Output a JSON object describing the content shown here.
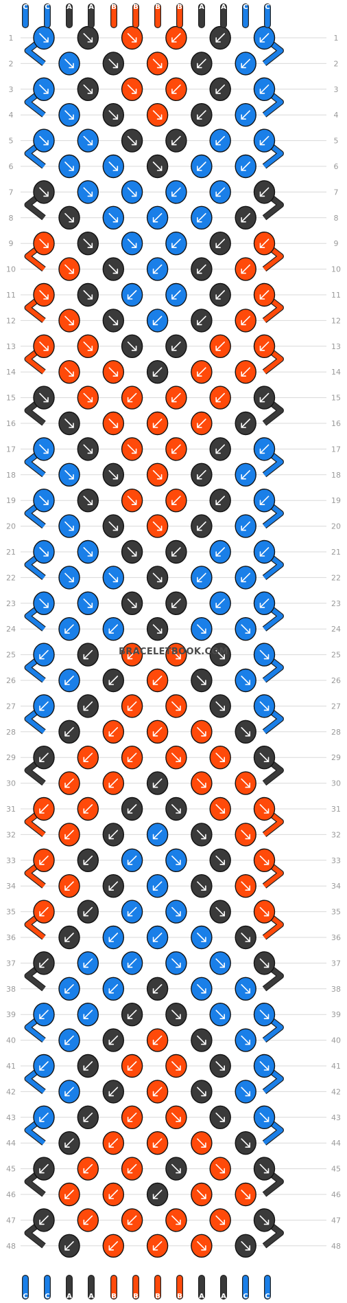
{
  "watermark": "BRACELETBOOK.COM",
  "colors": {
    "A": "#3a3a3a",
    "B": "#ff4a0a",
    "C": "#1a7fe8",
    "grid_line": "#d8d8d8",
    "row_number": "#9a9a9a"
  },
  "strands_top": [
    "C",
    "C",
    "A",
    "A",
    "B",
    "B",
    "B",
    "B",
    "A",
    "A",
    "C",
    "C"
  ],
  "strands_bottom": [
    "C",
    "C",
    "A",
    "A",
    "B",
    "B",
    "B",
    "B",
    "A",
    "A",
    "C",
    "C"
  ],
  "row_count": 48,
  "row_numbers": [
    "1",
    "2",
    "3",
    "4",
    "5",
    "6",
    "7",
    "8",
    "9",
    "10",
    "11",
    "12",
    "13",
    "14",
    "15",
    "16",
    "17",
    "18",
    "19",
    "20",
    "21",
    "22",
    "23",
    "24",
    "25",
    "26",
    "27",
    "28",
    "29",
    "30",
    "31",
    "32",
    "33",
    "34",
    "35",
    "36",
    "37",
    "38",
    "39",
    "40",
    "41",
    "42",
    "43",
    "44",
    "45",
    "46",
    "47",
    "48"
  ],
  "knot_rows": [
    {
      "row": 1,
      "knots": [
        {
          "c": "C",
          "d": "SE"
        },
        {
          "c": "A",
          "d": "SE"
        },
        {
          "c": "B",
          "d": "SE"
        },
        {
          "c": "B",
          "d": "SW"
        },
        {
          "c": "A",
          "d": "SW"
        },
        {
          "c": "C",
          "d": "SW"
        }
      ]
    },
    {
      "row": 2,
      "knots": [
        {
          "c": "C",
          "d": "SE"
        },
        {
          "c": "A",
          "d": "SE"
        },
        {
          "c": "B",
          "d": "SE"
        },
        {
          "c": "A",
          "d": "SW"
        },
        {
          "c": "C",
          "d": "SW"
        }
      ]
    },
    {
      "row": 3,
      "knots": [
        {
          "c": "C",
          "d": "SE"
        },
        {
          "c": "A",
          "d": "SE"
        },
        {
          "c": "B",
          "d": "SE"
        },
        {
          "c": "B",
          "d": "SW"
        },
        {
          "c": "A",
          "d": "SW"
        },
        {
          "c": "C",
          "d": "SW"
        }
      ]
    },
    {
      "row": 4,
      "knots": [
        {
          "c": "C",
          "d": "SE"
        },
        {
          "c": "A",
          "d": "SE"
        },
        {
          "c": "B",
          "d": "SE"
        },
        {
          "c": "A",
          "d": "SW"
        },
        {
          "c": "C",
          "d": "SW"
        }
      ]
    },
    {
      "row": 5,
      "knots": [
        {
          "c": "C",
          "d": "SE"
        },
        {
          "c": "C",
          "d": "SE"
        },
        {
          "c": "A",
          "d": "SE"
        },
        {
          "c": "A",
          "d": "SW"
        },
        {
          "c": "C",
          "d": "SW"
        },
        {
          "c": "C",
          "d": "SW"
        }
      ]
    },
    {
      "row": 6,
      "knots": [
        {
          "c": "C",
          "d": "SE"
        },
        {
          "c": "C",
          "d": "SE"
        },
        {
          "c": "A",
          "d": "SE"
        },
        {
          "c": "C",
          "d": "SW"
        },
        {
          "c": "C",
          "d": "SW"
        }
      ]
    },
    {
      "row": 7,
      "knots": [
        {
          "c": "A",
          "d": "SE"
        },
        {
          "c": "C",
          "d": "SE"
        },
        {
          "c": "C",
          "d": "SE"
        },
        {
          "c": "C",
          "d": "SW"
        },
        {
          "c": "C",
          "d": "SW"
        },
        {
          "c": "A",
          "d": "SW"
        }
      ]
    },
    {
      "row": 8,
      "knots": [
        {
          "c": "A",
          "d": "SE"
        },
        {
          "c": "C",
          "d": "SE"
        },
        {
          "c": "C",
          "d": "SW"
        },
        {
          "c": "C",
          "d": "SW"
        },
        {
          "c": "A",
          "d": "SW"
        }
      ]
    },
    {
      "row": 9,
      "knots": [
        {
          "c": "B",
          "d": "SE"
        },
        {
          "c": "A",
          "d": "SE"
        },
        {
          "c": "C",
          "d": "SE"
        },
        {
          "c": "C",
          "d": "SW"
        },
        {
          "c": "A",
          "d": "SW"
        },
        {
          "c": "B",
          "d": "SW"
        }
      ]
    },
    {
      "row": 10,
      "knots": [
        {
          "c": "B",
          "d": "SE"
        },
        {
          "c": "A",
          "d": "SE"
        },
        {
          "c": "C",
          "d": "SW"
        },
        {
          "c": "A",
          "d": "SW"
        },
        {
          "c": "B",
          "d": "SW"
        }
      ]
    },
    {
      "row": 11,
      "knots": [
        {
          "c": "B",
          "d": "SE"
        },
        {
          "c": "A",
          "d": "SE"
        },
        {
          "c": "C",
          "d": "SW"
        },
        {
          "c": "C",
          "d": "SW"
        },
        {
          "c": "A",
          "d": "SW"
        },
        {
          "c": "B",
          "d": "SW"
        }
      ]
    },
    {
      "row": 12,
      "knots": [
        {
          "c": "B",
          "d": "SE"
        },
        {
          "c": "A",
          "d": "SE"
        },
        {
          "c": "C",
          "d": "SW"
        },
        {
          "c": "A",
          "d": "SW"
        },
        {
          "c": "B",
          "d": "SW"
        }
      ]
    },
    {
      "row": 13,
      "knots": [
        {
          "c": "B",
          "d": "SE"
        },
        {
          "c": "B",
          "d": "SE"
        },
        {
          "c": "A",
          "d": "SE"
        },
        {
          "c": "A",
          "d": "SW"
        },
        {
          "c": "B",
          "d": "SW"
        },
        {
          "c": "B",
          "d": "SW"
        }
      ]
    },
    {
      "row": 14,
      "knots": [
        {
          "c": "B",
          "d": "SE"
        },
        {
          "c": "B",
          "d": "SE"
        },
        {
          "c": "A",
          "d": "SW"
        },
        {
          "c": "B",
          "d": "SW"
        },
        {
          "c": "B",
          "d": "SW"
        }
      ]
    },
    {
      "row": 15,
      "knots": [
        {
          "c": "A",
          "d": "SE"
        },
        {
          "c": "B",
          "d": "SE"
        },
        {
          "c": "B",
          "d": "SW"
        },
        {
          "c": "B",
          "d": "SW"
        },
        {
          "c": "B",
          "d": "SW"
        },
        {
          "c": "A",
          "d": "SW"
        }
      ]
    },
    {
      "row": 16,
      "knots": [
        {
          "c": "A",
          "d": "SE"
        },
        {
          "c": "B",
          "d": "SE"
        },
        {
          "c": "B",
          "d": "SW"
        },
        {
          "c": "B",
          "d": "SW"
        },
        {
          "c": "A",
          "d": "SW"
        }
      ]
    },
    {
      "row": 17,
      "knots": [
        {
          "c": "C",
          "d": "SE"
        },
        {
          "c": "A",
          "d": "SE"
        },
        {
          "c": "B",
          "d": "SE"
        },
        {
          "c": "B",
          "d": "SW"
        },
        {
          "c": "A",
          "d": "SW"
        },
        {
          "c": "C",
          "d": "SW"
        }
      ]
    },
    {
      "row": 18,
      "knots": [
        {
          "c": "C",
          "d": "SE"
        },
        {
          "c": "A",
          "d": "SE"
        },
        {
          "c": "B",
          "d": "SE"
        },
        {
          "c": "A",
          "d": "SW"
        },
        {
          "c": "C",
          "d": "SW"
        }
      ]
    },
    {
      "row": 19,
      "knots": [
        {
          "c": "C",
          "d": "SE"
        },
        {
          "c": "A",
          "d": "SE"
        },
        {
          "c": "B",
          "d": "SE"
        },
        {
          "c": "B",
          "d": "SW"
        },
        {
          "c": "A",
          "d": "SW"
        },
        {
          "c": "C",
          "d": "SW"
        }
      ]
    },
    {
      "row": 20,
      "knots": [
        {
          "c": "C",
          "d": "SE"
        },
        {
          "c": "A",
          "d": "SE"
        },
        {
          "c": "B",
          "d": "SE"
        },
        {
          "c": "A",
          "d": "SW"
        },
        {
          "c": "C",
          "d": "SW"
        }
      ]
    },
    {
      "row": 21,
      "knots": [
        {
          "c": "C",
          "d": "SE"
        },
        {
          "c": "C",
          "d": "SE"
        },
        {
          "c": "A",
          "d": "SE"
        },
        {
          "c": "A",
          "d": "SW"
        },
        {
          "c": "C",
          "d": "SW"
        },
        {
          "c": "C",
          "d": "SW"
        }
      ]
    },
    {
      "row": 22,
      "knots": [
        {
          "c": "C",
          "d": "SE"
        },
        {
          "c": "C",
          "d": "SE"
        },
        {
          "c": "A",
          "d": "SE"
        },
        {
          "c": "C",
          "d": "SW"
        },
        {
          "c": "C",
          "d": "SW"
        }
      ]
    },
    {
      "row": 23,
      "knots": [
        {
          "c": "C",
          "d": "SE"
        },
        {
          "c": "C",
          "d": "SE"
        },
        {
          "c": "A",
          "d": "SE"
        },
        {
          "c": "A",
          "d": "SW"
        },
        {
          "c": "C",
          "d": "SW"
        },
        {
          "c": "C",
          "d": "SW"
        }
      ]
    },
    {
      "row": 24,
      "knots": [
        {
          "c": "C",
          "d": "SW"
        },
        {
          "c": "C",
          "d": "SW"
        },
        {
          "c": "A",
          "d": "SE"
        },
        {
          "c": "C",
          "d": "SE"
        },
        {
          "c": "C",
          "d": "SE"
        }
      ]
    },
    {
      "row": 25,
      "knots": [
        {
          "c": "C",
          "d": "SW"
        },
        {
          "c": "A",
          "d": "SW"
        },
        {
          "c": "B",
          "d": "SW"
        },
        {
          "c": "B",
          "d": "SE"
        },
        {
          "c": "A",
          "d": "SE"
        },
        {
          "c": "C",
          "d": "SE"
        }
      ]
    },
    {
      "row": 26,
      "knots": [
        {
          "c": "C",
          "d": "SW"
        },
        {
          "c": "A",
          "d": "SW"
        },
        {
          "c": "B",
          "d": "SW"
        },
        {
          "c": "A",
          "d": "SE"
        },
        {
          "c": "C",
          "d": "SE"
        }
      ]
    },
    {
      "row": 27,
      "knots": [
        {
          "c": "C",
          "d": "SW"
        },
        {
          "c": "A",
          "d": "SW"
        },
        {
          "c": "B",
          "d": "SW"
        },
        {
          "c": "B",
          "d": "SE"
        },
        {
          "c": "A",
          "d": "SE"
        },
        {
          "c": "C",
          "d": "SE"
        }
      ]
    },
    {
      "row": 28,
      "knots": [
        {
          "c": "A",
          "d": "SW"
        },
        {
          "c": "B",
          "d": "SW"
        },
        {
          "c": "B",
          "d": "SW"
        },
        {
          "c": "B",
          "d": "SE"
        },
        {
          "c": "A",
          "d": "SE"
        }
      ]
    },
    {
      "row": 29,
      "knots": [
        {
          "c": "A",
          "d": "SW"
        },
        {
          "c": "B",
          "d": "SW"
        },
        {
          "c": "B",
          "d": "SW"
        },
        {
          "c": "B",
          "d": "SE"
        },
        {
          "c": "B",
          "d": "SE"
        },
        {
          "c": "A",
          "d": "SE"
        }
      ]
    },
    {
      "row": 30,
      "knots": [
        {
          "c": "B",
          "d": "SW"
        },
        {
          "c": "B",
          "d": "SW"
        },
        {
          "c": "A",
          "d": "SW"
        },
        {
          "c": "B",
          "d": "SE"
        },
        {
          "c": "B",
          "d": "SE"
        }
      ]
    },
    {
      "row": 31,
      "knots": [
        {
          "c": "B",
          "d": "SW"
        },
        {
          "c": "B",
          "d": "SW"
        },
        {
          "c": "A",
          "d": "SW"
        },
        {
          "c": "A",
          "d": "SE"
        },
        {
          "c": "B",
          "d": "SE"
        },
        {
          "c": "B",
          "d": "SE"
        }
      ]
    },
    {
      "row": 32,
      "knots": [
        {
          "c": "B",
          "d": "SW"
        },
        {
          "c": "A",
          "d": "SW"
        },
        {
          "c": "C",
          "d": "SW"
        },
        {
          "c": "A",
          "d": "SE"
        },
        {
          "c": "B",
          "d": "SE"
        }
      ]
    },
    {
      "row": 33,
      "knots": [
        {
          "c": "B",
          "d": "SW"
        },
        {
          "c": "A",
          "d": "SW"
        },
        {
          "c": "C",
          "d": "SW"
        },
        {
          "c": "C",
          "d": "SE"
        },
        {
          "c": "A",
          "d": "SE"
        },
        {
          "c": "B",
          "d": "SE"
        }
      ]
    },
    {
      "row": 34,
      "knots": [
        {
          "c": "B",
          "d": "SW"
        },
        {
          "c": "A",
          "d": "SW"
        },
        {
          "c": "C",
          "d": "SW"
        },
        {
          "c": "A",
          "d": "SE"
        },
        {
          "c": "B",
          "d": "SE"
        }
      ]
    },
    {
      "row": 35,
      "knots": [
        {
          "c": "B",
          "d": "SW"
        },
        {
          "c": "A",
          "d": "SW"
        },
        {
          "c": "C",
          "d": "SW"
        },
        {
          "c": "C",
          "d": "SE"
        },
        {
          "c": "A",
          "d": "SE"
        },
        {
          "c": "B",
          "d": "SE"
        }
      ]
    },
    {
      "row": 36,
      "knots": [
        {
          "c": "A",
          "d": "SW"
        },
        {
          "c": "C",
          "d": "SW"
        },
        {
          "c": "C",
          "d": "SW"
        },
        {
          "c": "C",
          "d": "SE"
        },
        {
          "c": "A",
          "d": "SE"
        }
      ]
    },
    {
      "row": 37,
      "knots": [
        {
          "c": "A",
          "d": "SW"
        },
        {
          "c": "C",
          "d": "SW"
        },
        {
          "c": "C",
          "d": "SW"
        },
        {
          "c": "C",
          "d": "SE"
        },
        {
          "c": "C",
          "d": "SE"
        },
        {
          "c": "A",
          "d": "SE"
        }
      ]
    },
    {
      "row": 38,
      "knots": [
        {
          "c": "C",
          "d": "SW"
        },
        {
          "c": "C",
          "d": "SW"
        },
        {
          "c": "A",
          "d": "SW"
        },
        {
          "c": "C",
          "d": "SE"
        },
        {
          "c": "C",
          "d": "SE"
        }
      ]
    },
    {
      "row": 39,
      "knots": [
        {
          "c": "C",
          "d": "SW"
        },
        {
          "c": "C",
          "d": "SW"
        },
        {
          "c": "A",
          "d": "SW"
        },
        {
          "c": "A",
          "d": "SE"
        },
        {
          "c": "C",
          "d": "SE"
        },
        {
          "c": "C",
          "d": "SE"
        }
      ]
    },
    {
      "row": 40,
      "knots": [
        {
          "c": "C",
          "d": "SW"
        },
        {
          "c": "A",
          "d": "SW"
        },
        {
          "c": "B",
          "d": "SW"
        },
        {
          "c": "A",
          "d": "SE"
        },
        {
          "c": "C",
          "d": "SE"
        }
      ]
    },
    {
      "row": 41,
      "knots": [
        {
          "c": "C",
          "d": "SW"
        },
        {
          "c": "A",
          "d": "SW"
        },
        {
          "c": "B",
          "d": "SW"
        },
        {
          "c": "B",
          "d": "SE"
        },
        {
          "c": "A",
          "d": "SE"
        },
        {
          "c": "C",
          "d": "SE"
        }
      ]
    },
    {
      "row": 42,
      "knots": [
        {
          "c": "C",
          "d": "SW"
        },
        {
          "c": "A",
          "d": "SW"
        },
        {
          "c": "B",
          "d": "SW"
        },
        {
          "c": "A",
          "d": "SE"
        },
        {
          "c": "C",
          "d": "SE"
        }
      ]
    },
    {
      "row": 43,
      "knots": [
        {
          "c": "C",
          "d": "SW"
        },
        {
          "c": "A",
          "d": "SW"
        },
        {
          "c": "B",
          "d": "SW"
        },
        {
          "c": "B",
          "d": "SE"
        },
        {
          "c": "A",
          "d": "SE"
        },
        {
          "c": "C",
          "d": "SE"
        }
      ]
    },
    {
      "row": 44,
      "knots": [
        {
          "c": "A",
          "d": "SW"
        },
        {
          "c": "B",
          "d": "SW"
        },
        {
          "c": "B",
          "d": "SW"
        },
        {
          "c": "B",
          "d": "SE"
        },
        {
          "c": "A",
          "d": "SE"
        }
      ]
    },
    {
      "row": 45,
      "knots": [
        {
          "c": "A",
          "d": "SW"
        },
        {
          "c": "B",
          "d": "SW"
        },
        {
          "c": "B",
          "d": "SW"
        },
        {
          "c": "A",
          "d": "SE"
        },
        {
          "c": "B",
          "d": "SE"
        },
        {
          "c": "A",
          "d": "SE"
        }
      ]
    },
    {
      "row": 46,
      "knots": [
        {
          "c": "B",
          "d": "SW"
        },
        {
          "c": "B",
          "d": "SW"
        },
        {
          "c": "A",
          "d": "SW"
        },
        {
          "c": "B",
          "d": "SE"
        },
        {
          "c": "B",
          "d": "SE"
        }
      ]
    },
    {
      "row": 47,
      "knots": [
        {
          "c": "A",
          "d": "SW"
        },
        {
          "c": "B",
          "d": "SW"
        },
        {
          "c": "B",
          "d": "SW"
        },
        {
          "c": "B",
          "d": "SE"
        },
        {
          "c": "B",
          "d": "SE"
        },
        {
          "c": "A",
          "d": "SE"
        }
      ]
    },
    {
      "row": 48,
      "knots": [
        {
          "c": "A",
          "d": "SW"
        },
        {
          "c": "B",
          "d": "SW"
        },
        {
          "c": "B",
          "d": "SW"
        },
        {
          "c": "B",
          "d": "SE"
        },
        {
          "c": "A",
          "d": "SE"
        }
      ]
    }
  ]
}
